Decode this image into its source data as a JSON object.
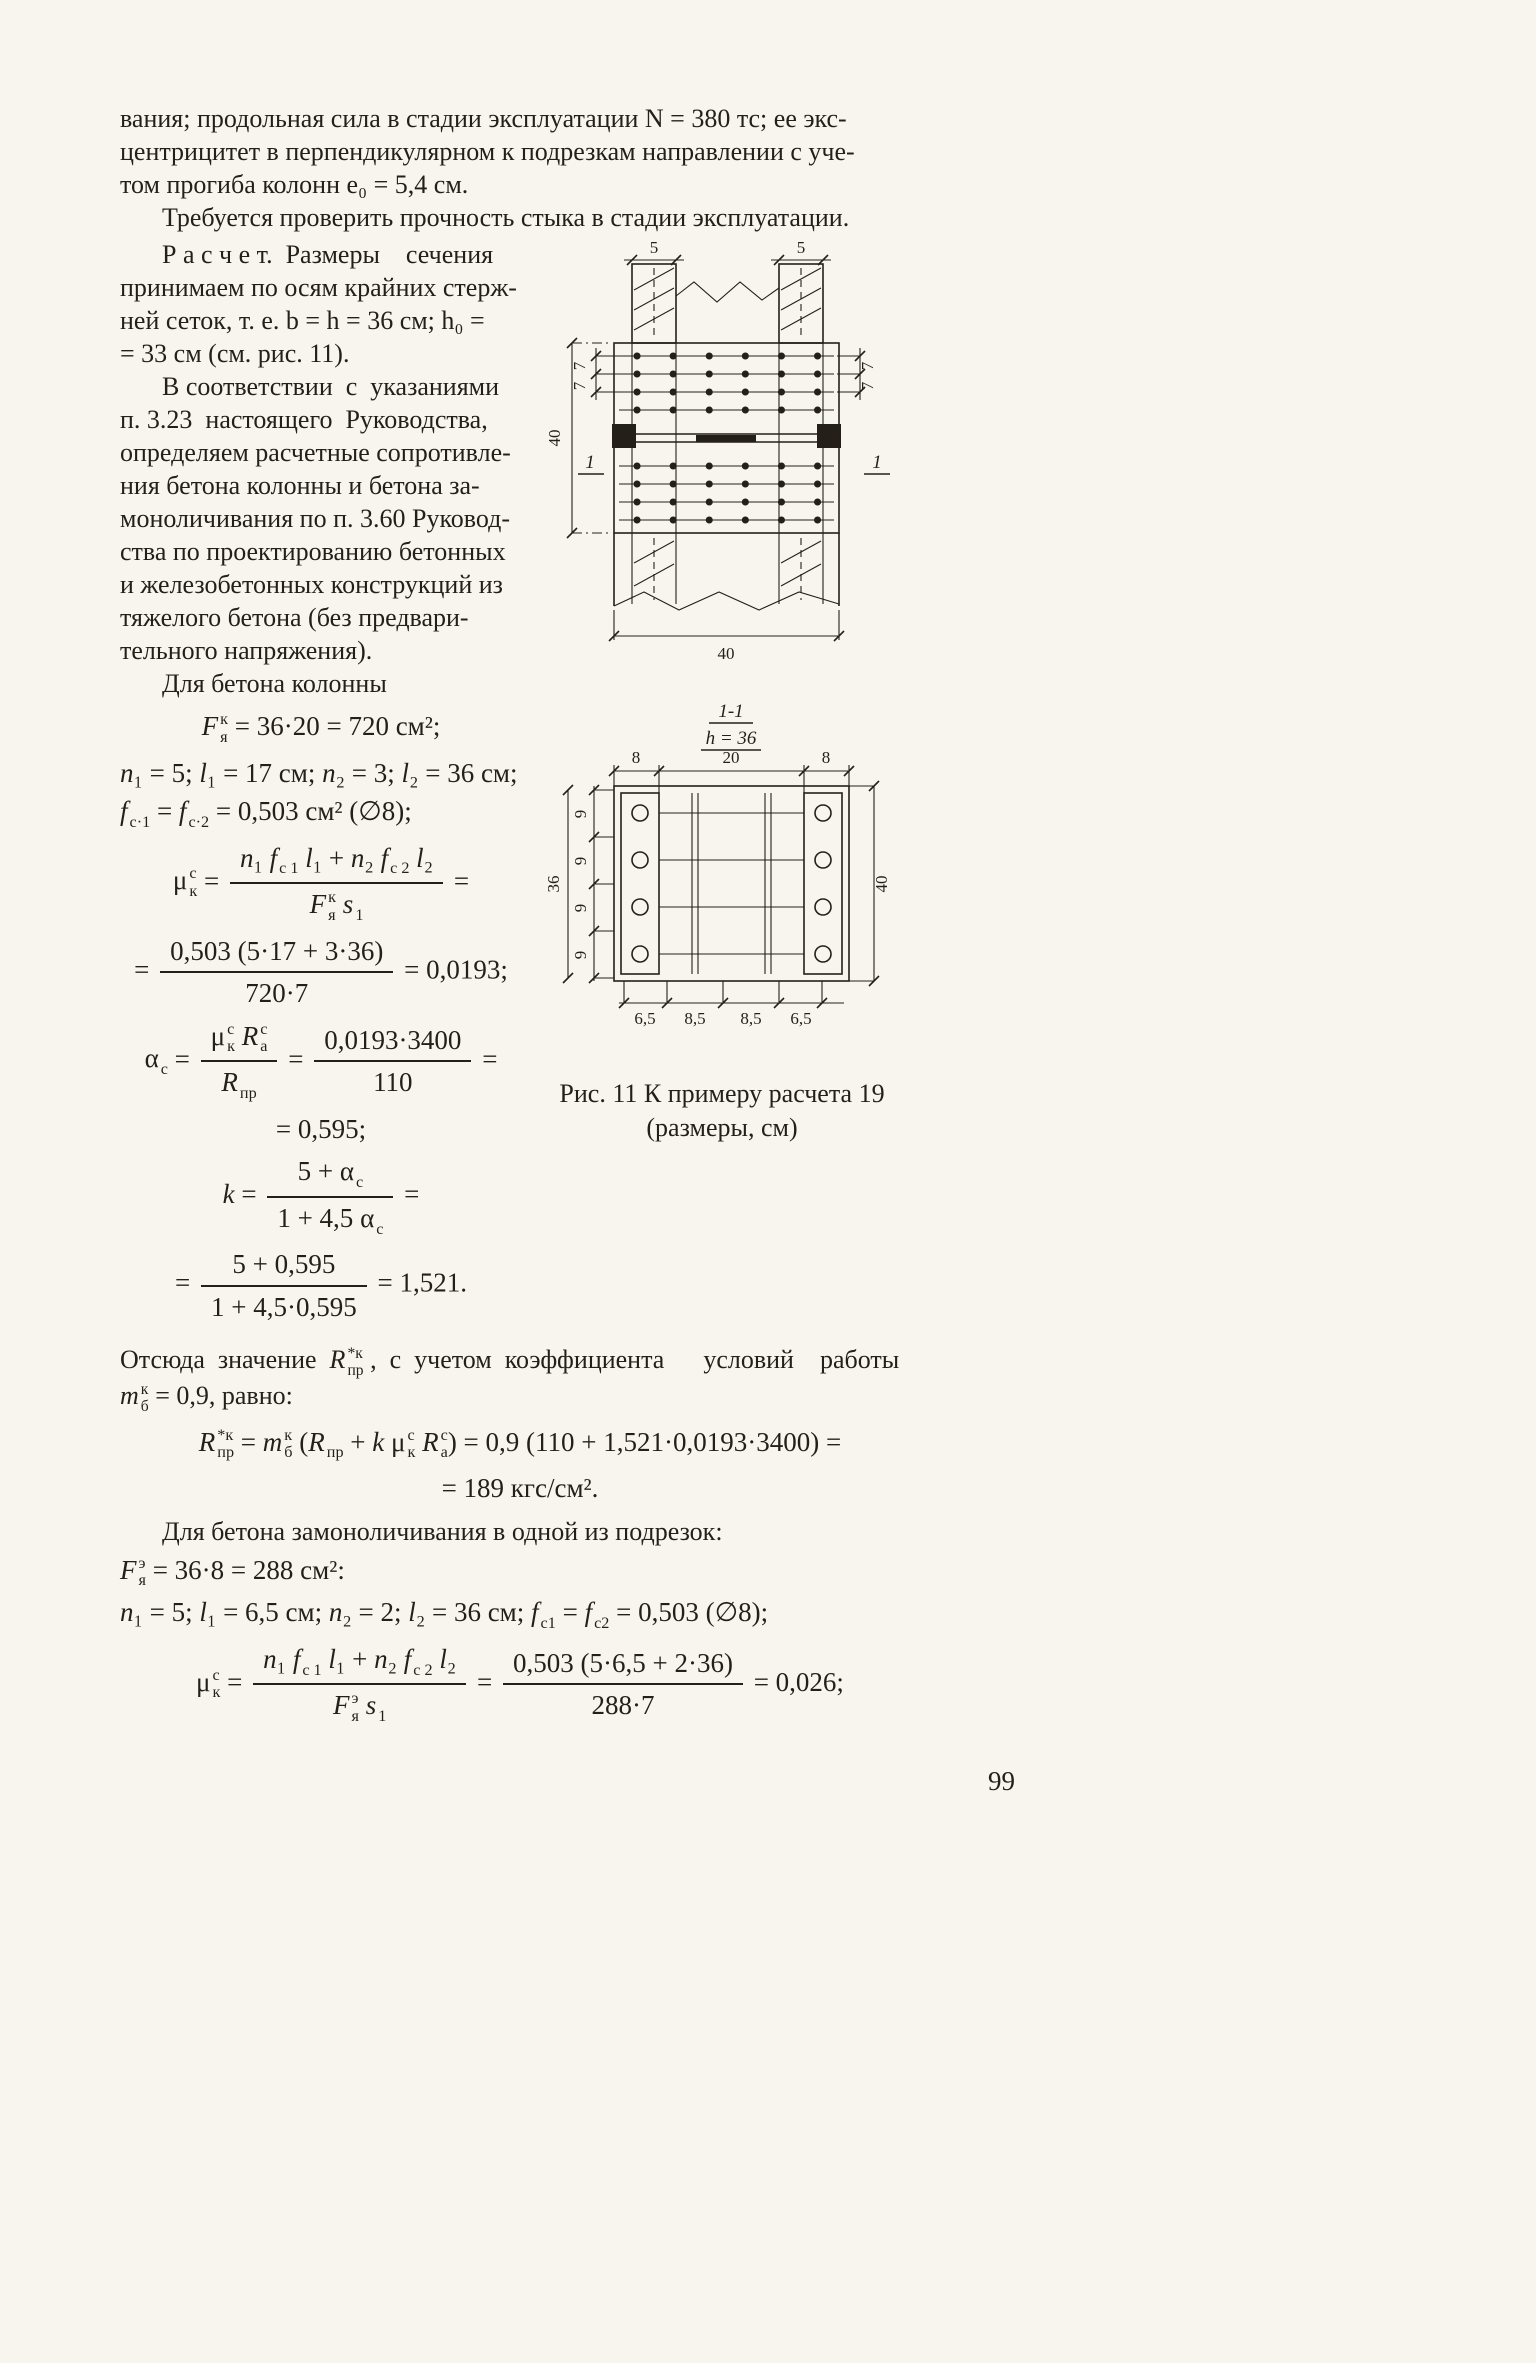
{
  "page": {
    "number": "99"
  },
  "intro": {
    "lines": [
      "вания; продольная сила в стадии эксплуатации N = 380 тс; ее экс-",
      "центрицитет в перпендикулярном к подрезкам направлении с уче-",
      "том прогиба колонн е₀ = 5,4 см.",
      "Требуется проверить прочность стыка в стадии эксплуатации."
    ]
  },
  "col": {
    "lines": [
      "Р а с ч е т.  Размеры    сечения",
      "принимаем по осям крайних стерж-",
      "ней сеток, т. е. b = h = 36 см; h₀ =",
      "= 33 см (см. рис. 11).",
      "В соответствии  с  указаниями",
      "п. 3.23  настоящего  Руководства,",
      "определяем расчетные сопротивле-",
      "ния бетона колонны и бетона за-",
      "моноличивания по п. 3.60 Руковод-",
      "ства по проектированию бетонных",
      "и железобетонных конструкций из",
      "тяжелого бетона (без предвари-",
      "тельного напряжения).",
      "Для бетона колонны"
    ]
  },
  "formulas": {
    "f1": [
      {
        "s": "F",
        "i": true,
        "sup": "к",
        "sub": "я"
      },
      {
        "s": " = 36·20 = 720 см²;"
      }
    ],
    "f2": [
      {
        "s": "n",
        "i": true
      },
      {
        "s": "₁ = 5; "
      },
      {
        "s": "l",
        "i": true
      },
      {
        "s": "₁ = 17 см; "
      },
      {
        "s": "n",
        "i": true
      },
      {
        "s": "₂ = 3; "
      },
      {
        "s": "l",
        "i": true
      },
      {
        "s": "₂ = 36 см;"
      }
    ],
    "f3": [
      {
        "s": "f",
        "i": true,
        "sub": "с·1"
      },
      {
        "s": " = "
      },
      {
        "s": "f",
        "i": true,
        "sub": "с·2"
      },
      {
        "s": " = 0,503 см² (∅8);"
      }
    ],
    "f4": [
      {
        "s": "μ",
        "sup": "с",
        "sub": "к"
      },
      {
        "s": " = "
      },
      {
        "frac": {
          "num": [
            {
              "s": "n",
              "i": true
            },
            {
              "s": "₁ "
            },
            {
              "s": "f",
              "i": true,
              "sub": "с 1"
            },
            {
              "s": " "
            },
            {
              "s": "l",
              "i": true
            },
            {
              "s": "₁ + "
            },
            {
              "s": "n",
              "i": true
            },
            {
              "s": "₂ "
            },
            {
              "s": "f",
              "i": true,
              "sub": "с 2"
            },
            {
              "s": " "
            },
            {
              "s": "l",
              "i": true
            },
            {
              "s": "₂"
            }
          ],
          "den": [
            {
              "s": "F",
              "i": true,
              "sup": "к",
              "sub": "я"
            },
            {
              "s": " "
            },
            {
              "s": "s",
              "i": true,
              "sub": "1"
            }
          ]
        }
      },
      {
        "s": " ="
      }
    ],
    "f5": [
      {
        "s": "= "
      },
      {
        "frac": {
          "num": [
            {
              "s": "0,503 (5·17 + 3·36)"
            }
          ],
          "den": [
            {
              "s": "720·7"
            }
          ]
        }
      },
      {
        "s": " = 0,0193;"
      }
    ],
    "f6": [
      {
        "s": "α",
        "sub": "с"
      },
      {
        "s": " = "
      },
      {
        "frac": {
          "num": [
            {
              "s": "μ",
              "sup": "с",
              "sub": "к"
            },
            {
              "s": " "
            },
            {
              "s": "R",
              "i": true,
              "sup": "с",
              "sub": "а"
            }
          ],
          "den": [
            {
              "s": "R",
              "i": true,
              "sub": "пр"
            }
          ]
        }
      },
      {
        "s": " = "
      },
      {
        "frac": {
          "num": [
            {
              "s": "0,0193·3400"
            }
          ],
          "den": [
            {
              "s": "110"
            }
          ]
        }
      },
      {
        "s": " ="
      }
    ],
    "f7": [
      {
        "s": "= 0,595;"
      }
    ],
    "f8": [
      {
        "s": "k",
        "i": true
      },
      {
        "s": " = "
      },
      {
        "frac": {
          "num": [
            {
              "s": "5 + "
            },
            {
              "s": "α",
              "sub": "с"
            }
          ],
          "den": [
            {
              "s": "1 + 4,5 "
            },
            {
              "s": "α",
              "sub": "с"
            }
          ]
        }
      },
      {
        "s": " ="
      }
    ],
    "f9": [
      {
        "s": "= "
      },
      {
        "frac": {
          "num": [
            {
              "s": "5 + 0,595"
            }
          ],
          "den": [
            {
              "s": "1 + 4,5·0,595"
            }
          ]
        }
      },
      {
        "s": " = 1,521."
      }
    ]
  },
  "after": {
    "p1a": [
      {
        "s": "Отсюда  значение  "
      },
      {
        "s": "R",
        "i": true,
        "sup": "*к",
        "sub": "пр"
      },
      {
        "s": " ,  с  учетом  коэффициента      условий    работы"
      }
    ],
    "p1b": [
      {
        "s": "m",
        "i": true,
        "sup": "к",
        "sub": "б"
      },
      {
        "s": " = 0,9, равно:"
      }
    ],
    "f10": [
      {
        "s": "R",
        "i": true,
        "sup": "*к",
        "sub": "пр"
      },
      {
        "s": " = "
      },
      {
        "s": "m",
        "i": true,
        "sup": "к",
        "sub": "б"
      },
      {
        "s": " ("
      },
      {
        "s": "R",
        "i": true,
        "sub": "пр"
      },
      {
        "s": " + "
      },
      {
        "s": "k",
        "i": true
      },
      {
        "s": " "
      },
      {
        "s": "μ",
        "sup": "с",
        "sub": "к"
      },
      {
        "s": " "
      },
      {
        "s": "R",
        "i": true,
        "sup": "с",
        "sub": "а"
      },
      {
        "s": ") = 0,9 (110 + 1,521·0,0193·3400) ="
      }
    ],
    "f11": [
      {
        "s": "= 189 кгс/см²."
      }
    ],
    "p2": "Для бетона замоноличивания в одной из подрезок:",
    "f12": [
      {
        "s": "F",
        "i": true,
        "sup": "э",
        "sub": "я"
      },
      {
        "s": " = 36·8 = 288 см²:"
      }
    ],
    "f13": [
      {
        "s": "n",
        "i": true
      },
      {
        "s": "₁ = 5; "
      },
      {
        "s": "l",
        "i": true
      },
      {
        "s": "₁ = 6,5 см; "
      },
      {
        "s": "n",
        "i": true
      },
      {
        "s": "₂ = 2; "
      },
      {
        "s": "l",
        "i": true
      },
      {
        "s": "₂ = 36 см; "
      },
      {
        "s": "f",
        "i": true,
        "sub": "с1"
      },
      {
        "s": " = "
      },
      {
        "s": "f",
        "i": true,
        "sub": "с2"
      },
      {
        "s": " = 0,503 (∅8);"
      }
    ],
    "f14": [
      {
        "s": "μ",
        "sup": "с",
        "sub": "к"
      },
      {
        "s": " = "
      },
      {
        "frac": {
          "num": [
            {
              "s": "n",
              "i": true
            },
            {
              "s": "₁ "
            },
            {
              "s": "f",
              "i": true,
              "sub": "с 1"
            },
            {
              "s": " "
            },
            {
              "s": "l",
              "i": true
            },
            {
              "s": "₁ + "
            },
            {
              "s": "n",
              "i": true
            },
            {
              "s": "₂ "
            },
            {
              "s": "f",
              "i": true,
              "sub": "с 2"
            },
            {
              "s": " "
            },
            {
              "s": "l",
              "i": true
            },
            {
              "s": "₂"
            }
          ],
          "den": [
            {
              "s": "F",
              "i": true,
              "sup": "э",
              "sub": "я"
            },
            {
              "s": " "
            },
            {
              "s": "s",
              "i": true,
              "sub": "1"
            }
          ]
        }
      },
      {
        "s": " = "
      },
      {
        "frac": {
          "num": [
            {
              "s": "0,503 (5·6,5 + 2·36)"
            }
          ],
          "den": [
            {
              "s": "288·7"
            }
          ]
        }
      },
      {
        "s": " = 0,026;"
      }
    ]
  },
  "figure": {
    "caption1": "Рис. 11 К примеру расчета 19",
    "caption2": "(размеры, см)",
    "elev": {
      "dim5_left": "5",
      "dim5_right": "5",
      "dim7_l1": "7",
      "dim7_l2": "7",
      "dim7_r1": "7",
      "dim7_r2": "7",
      "dim40_left": "40",
      "dim40_bottom": "40",
      "section_left": "1",
      "section_right": "1"
    },
    "sect": {
      "title": "1-1",
      "height_label": "h = 36",
      "top_dims": [
        "8",
        "20",
        "8"
      ],
      "left_dims": [
        "9",
        "9",
        "9",
        "9"
      ],
      "left_total": "36",
      "right_dim": "40",
      "bottom_dims": [
        "6,5",
        "8,5",
        "8,5",
        "6,5"
      ]
    }
  }
}
